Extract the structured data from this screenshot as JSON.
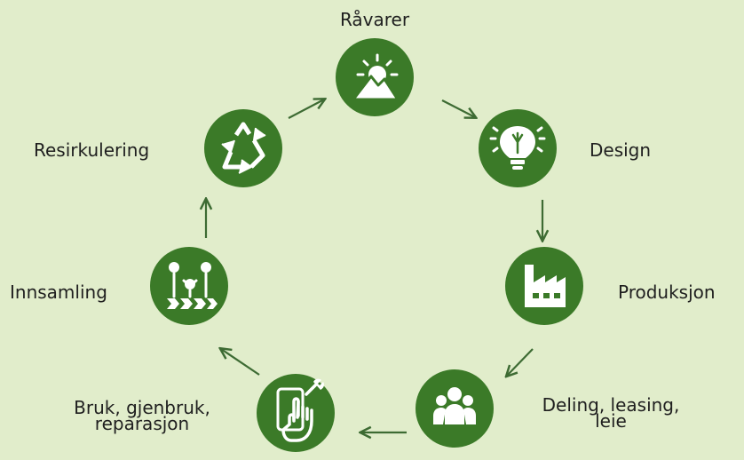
{
  "diagram": {
    "colors": {
      "background": "#e1edcb",
      "node_fill": "#3b7a28",
      "icon": "#ffffff",
      "arrow": "#3d6b33"
    },
    "stages": [
      {
        "id": "raw",
        "label": "Råvarer",
        "icon": "mountain-sun-icon"
      },
      {
        "id": "design",
        "label": "Design",
        "icon": "lightbulb-icon"
      },
      {
        "id": "production",
        "label": "Produksjon",
        "icon": "factory-icon"
      },
      {
        "id": "sharing",
        "label": "Deling, leasing,",
        "label2": "leie",
        "icon": "people-group-icon"
      },
      {
        "id": "use",
        "label": "Bruk, gjenbruk,",
        "label2": "reparasjon",
        "icon": "tablet-wrench-hand-icon"
      },
      {
        "id": "collection",
        "label": "Innsamling",
        "icon": "collection-plants-icon"
      },
      {
        "id": "recycling",
        "label": "Resirkulering",
        "icon": "recycle-icon"
      }
    ]
  }
}
